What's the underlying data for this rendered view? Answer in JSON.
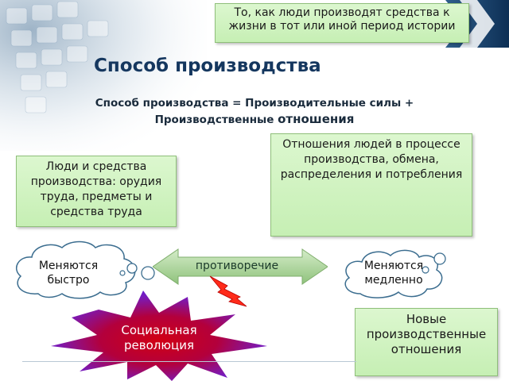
{
  "title": "Способ производства",
  "formula": {
    "line1": "Способ производства = Производительные силы +",
    "line2_a": "Производственные ",
    "line2_b": "отношения"
  },
  "top_note": "То, как люди производят средства к жизни в тот или иной период истории",
  "left_note": "Люди и средства производства: орудия труда, предметы и средства труда",
  "right_note": "Отношения людей в процессе производства, обмена, распределения и потребления",
  "left_cloud": "Меняются быстро",
  "right_cloud": "Меняются медленно",
  "contradiction": "противоречие",
  "revolution": "Социальная революция",
  "new_relations": "Новые производственные отношения",
  "colors": {
    "title": "#15375f",
    "note_fill": "#d4f4c4",
    "arrow": "#a9d49b",
    "revolution_core": "#c4001e",
    "revolution_edge": "#6a1fd1",
    "lightning": "#ff2b1a"
  }
}
